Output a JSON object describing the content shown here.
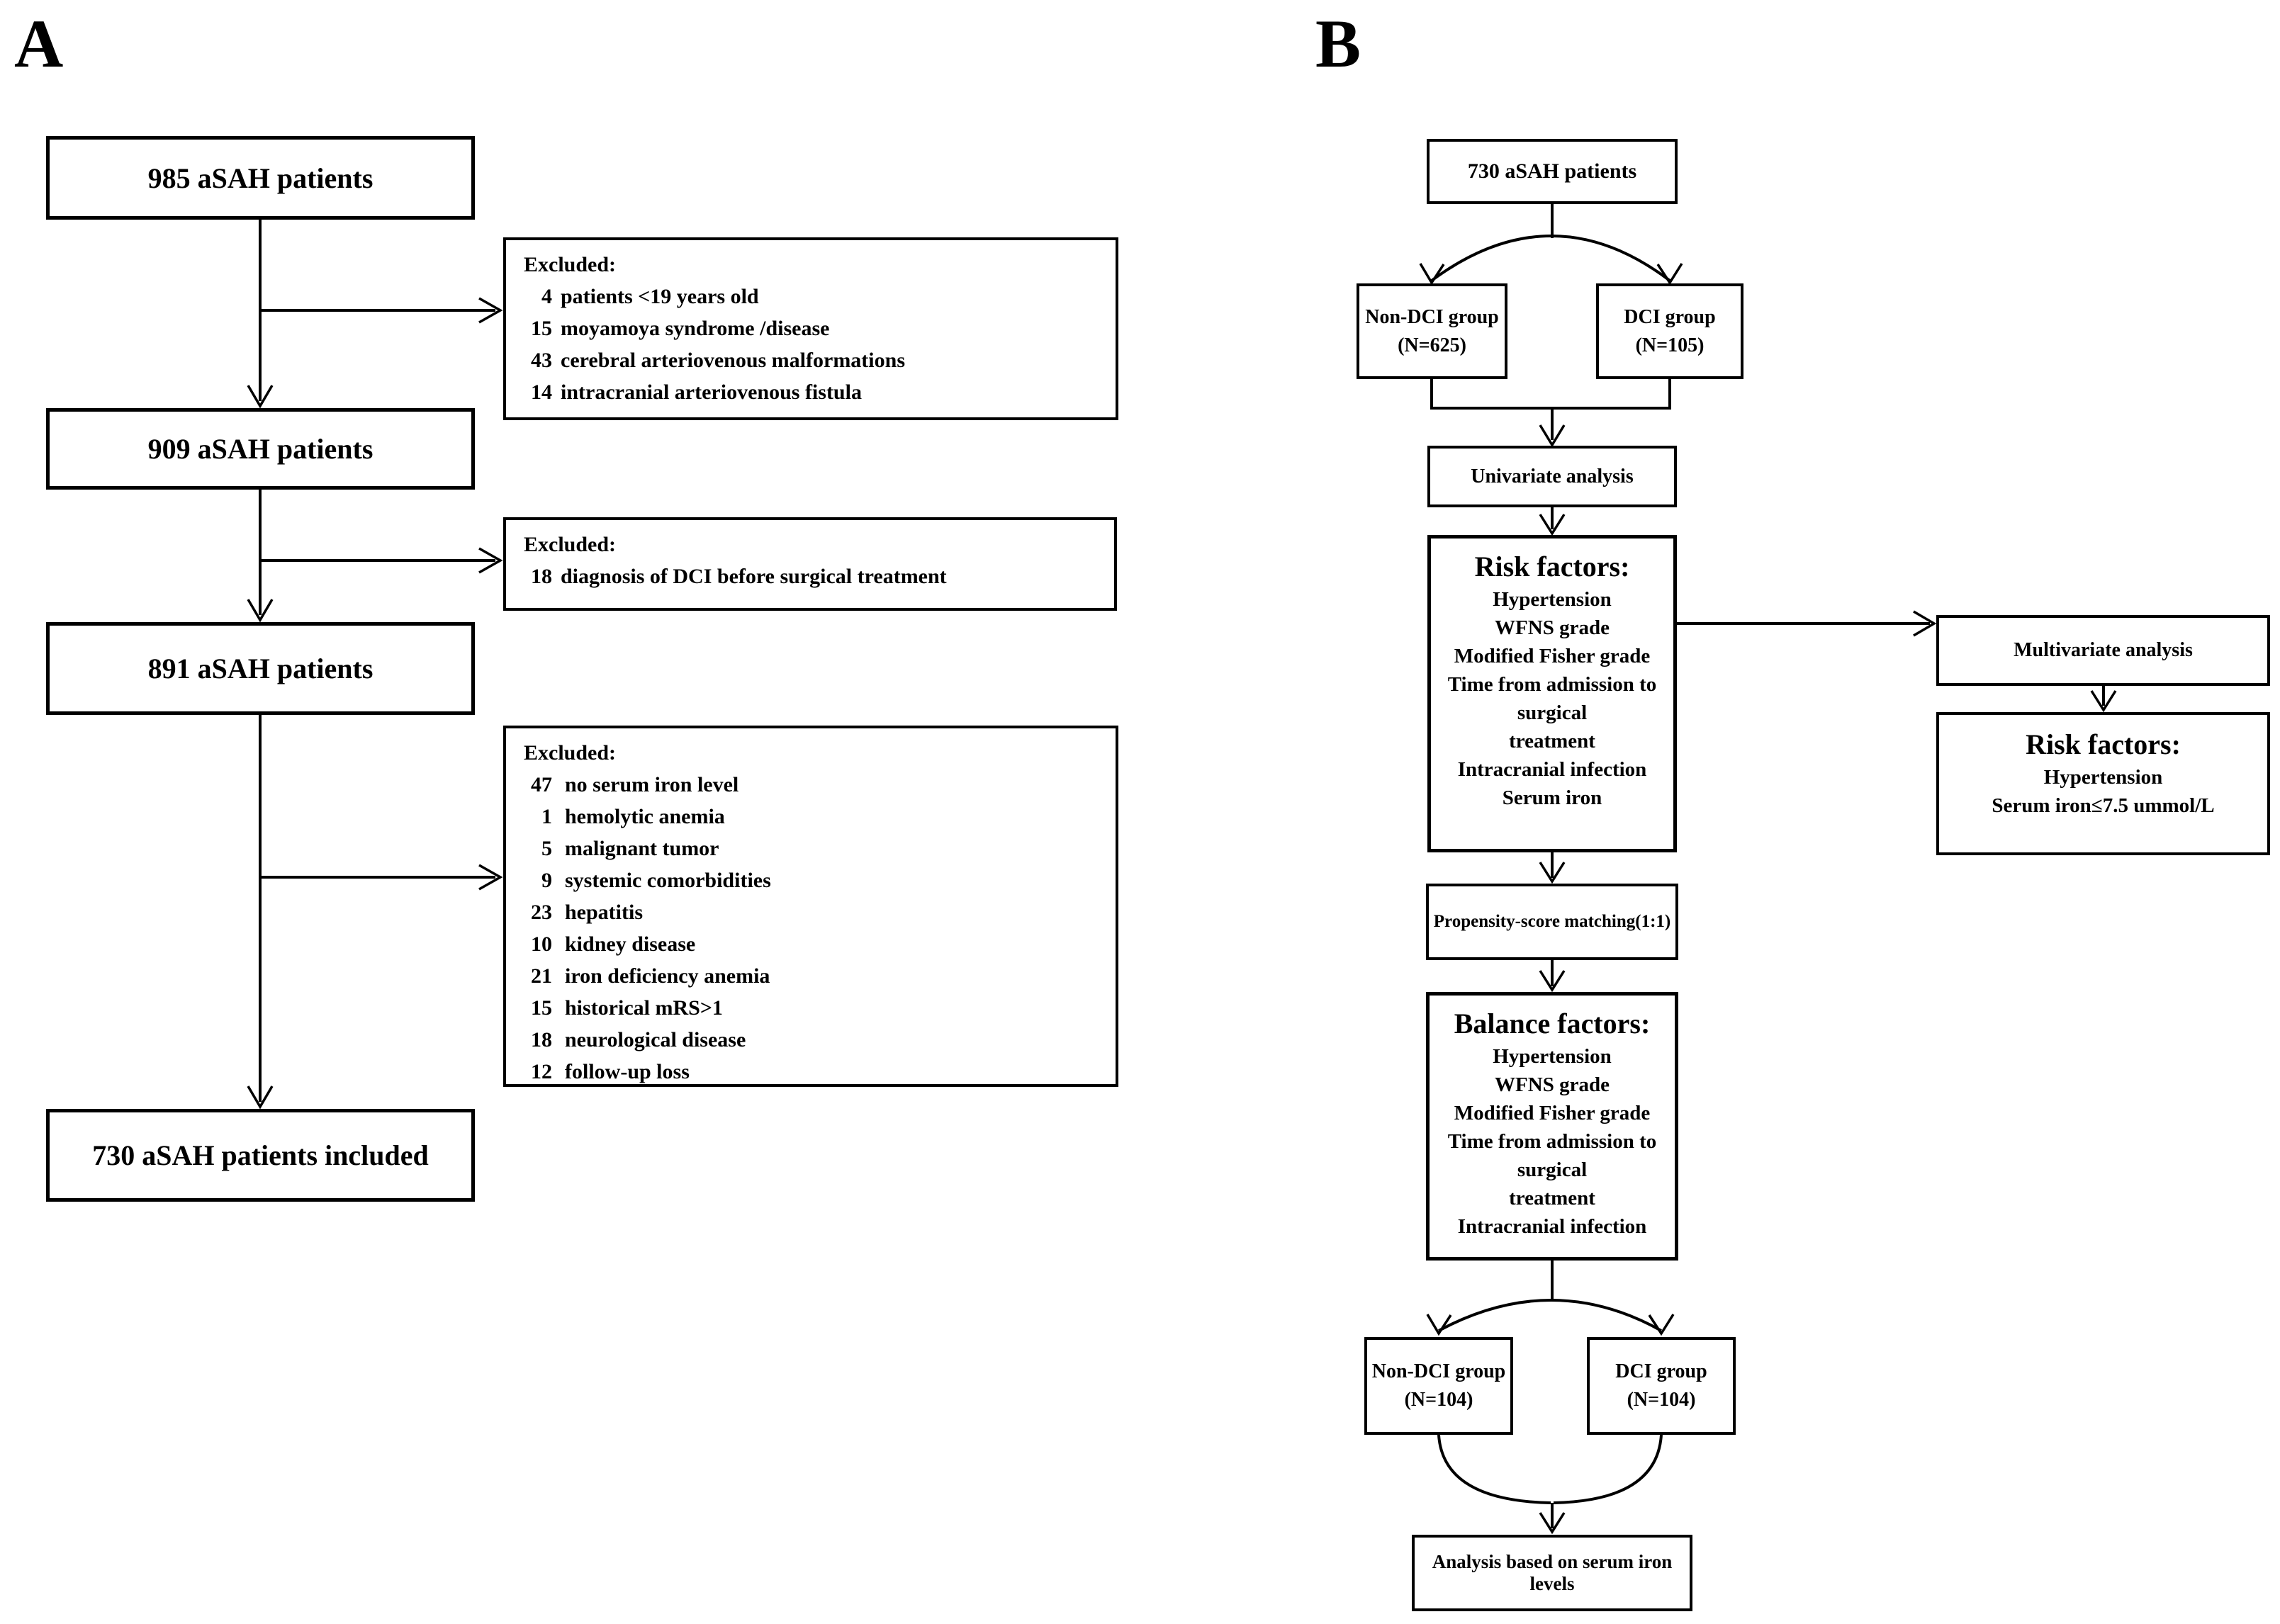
{
  "panel_a": {
    "label": "A",
    "box1": "985 aSAH patients",
    "box2": "909 aSAH patients",
    "box3": "891 aSAH patients",
    "box4": "730 aSAH patients included",
    "excluded1": {
      "title": "Excluded:",
      "items": [
        {
          "num": "4",
          "text": "patients <19 years old"
        },
        {
          "num": "15",
          "text": "moyamoya syndrome /disease"
        },
        {
          "num": "43",
          "text": "cerebral arteriovenous malformations"
        },
        {
          "num": "14",
          "text": "intracranial arteriovenous fistula"
        }
      ]
    },
    "excluded2": {
      "title": "Excluded:",
      "items": [
        {
          "num": "18",
          "text": "diagnosis of DCI before surgical treatment"
        }
      ]
    },
    "excluded3": {
      "title": "Excluded:",
      "items": [
        {
          "num": "47",
          "text": "no serum iron level"
        },
        {
          "num": "1",
          "text": "hemolytic anemia"
        },
        {
          "num": "5",
          "text": "malignant tumor"
        },
        {
          "num": "9",
          "text": "systemic comorbidities"
        },
        {
          "num": "23",
          "text": "hepatitis"
        },
        {
          "num": "10",
          "text": "kidney disease"
        },
        {
          "num": "21",
          "text": "iron deficiency anemia"
        },
        {
          "num": "15",
          "text": "historical mRS>1"
        },
        {
          "num": "18",
          "text": "neurological disease"
        },
        {
          "num": "12",
          "text": "follow-up loss"
        }
      ]
    }
  },
  "panel_b": {
    "label": "B",
    "box_top": "730 aSAH patients",
    "non_dci_top": {
      "line1": "Non-DCI group",
      "line2": "(N=625)"
    },
    "dci_top": {
      "line1": "DCI group",
      "line2": "(N=105)"
    },
    "univariate": "Univariate analysis",
    "risk_factors_main": {
      "title": "Risk factors:",
      "lines": [
        "Hypertension",
        "WFNS grade",
        "Modified Fisher grade",
        "Time from admission to surgical",
        "treatment",
        "Intracranial infection",
        "Serum iron"
      ]
    },
    "multivariate": "Multivariate analysis",
    "risk_factors_result": {
      "title": "Risk factors:",
      "lines": [
        "Hypertension",
        "Serum iron≤7.5 ummol/L"
      ]
    },
    "propensity": "Propensity-score matching(1:1)",
    "balance_factors": {
      "title": "Balance factors:",
      "lines": [
        "Hypertension",
        "WFNS grade",
        "Modified Fisher grade",
        "Time from admission to surgical",
        "treatment",
        "Intracranial infection"
      ]
    },
    "non_dci_bottom": {
      "line1": "Non-DCI group",
      "line2": "(N=104)"
    },
    "dci_bottom": {
      "line1": "DCI group",
      "line2": "(N=104)"
    },
    "final_box": "Analysis based on serum iron levels"
  }
}
